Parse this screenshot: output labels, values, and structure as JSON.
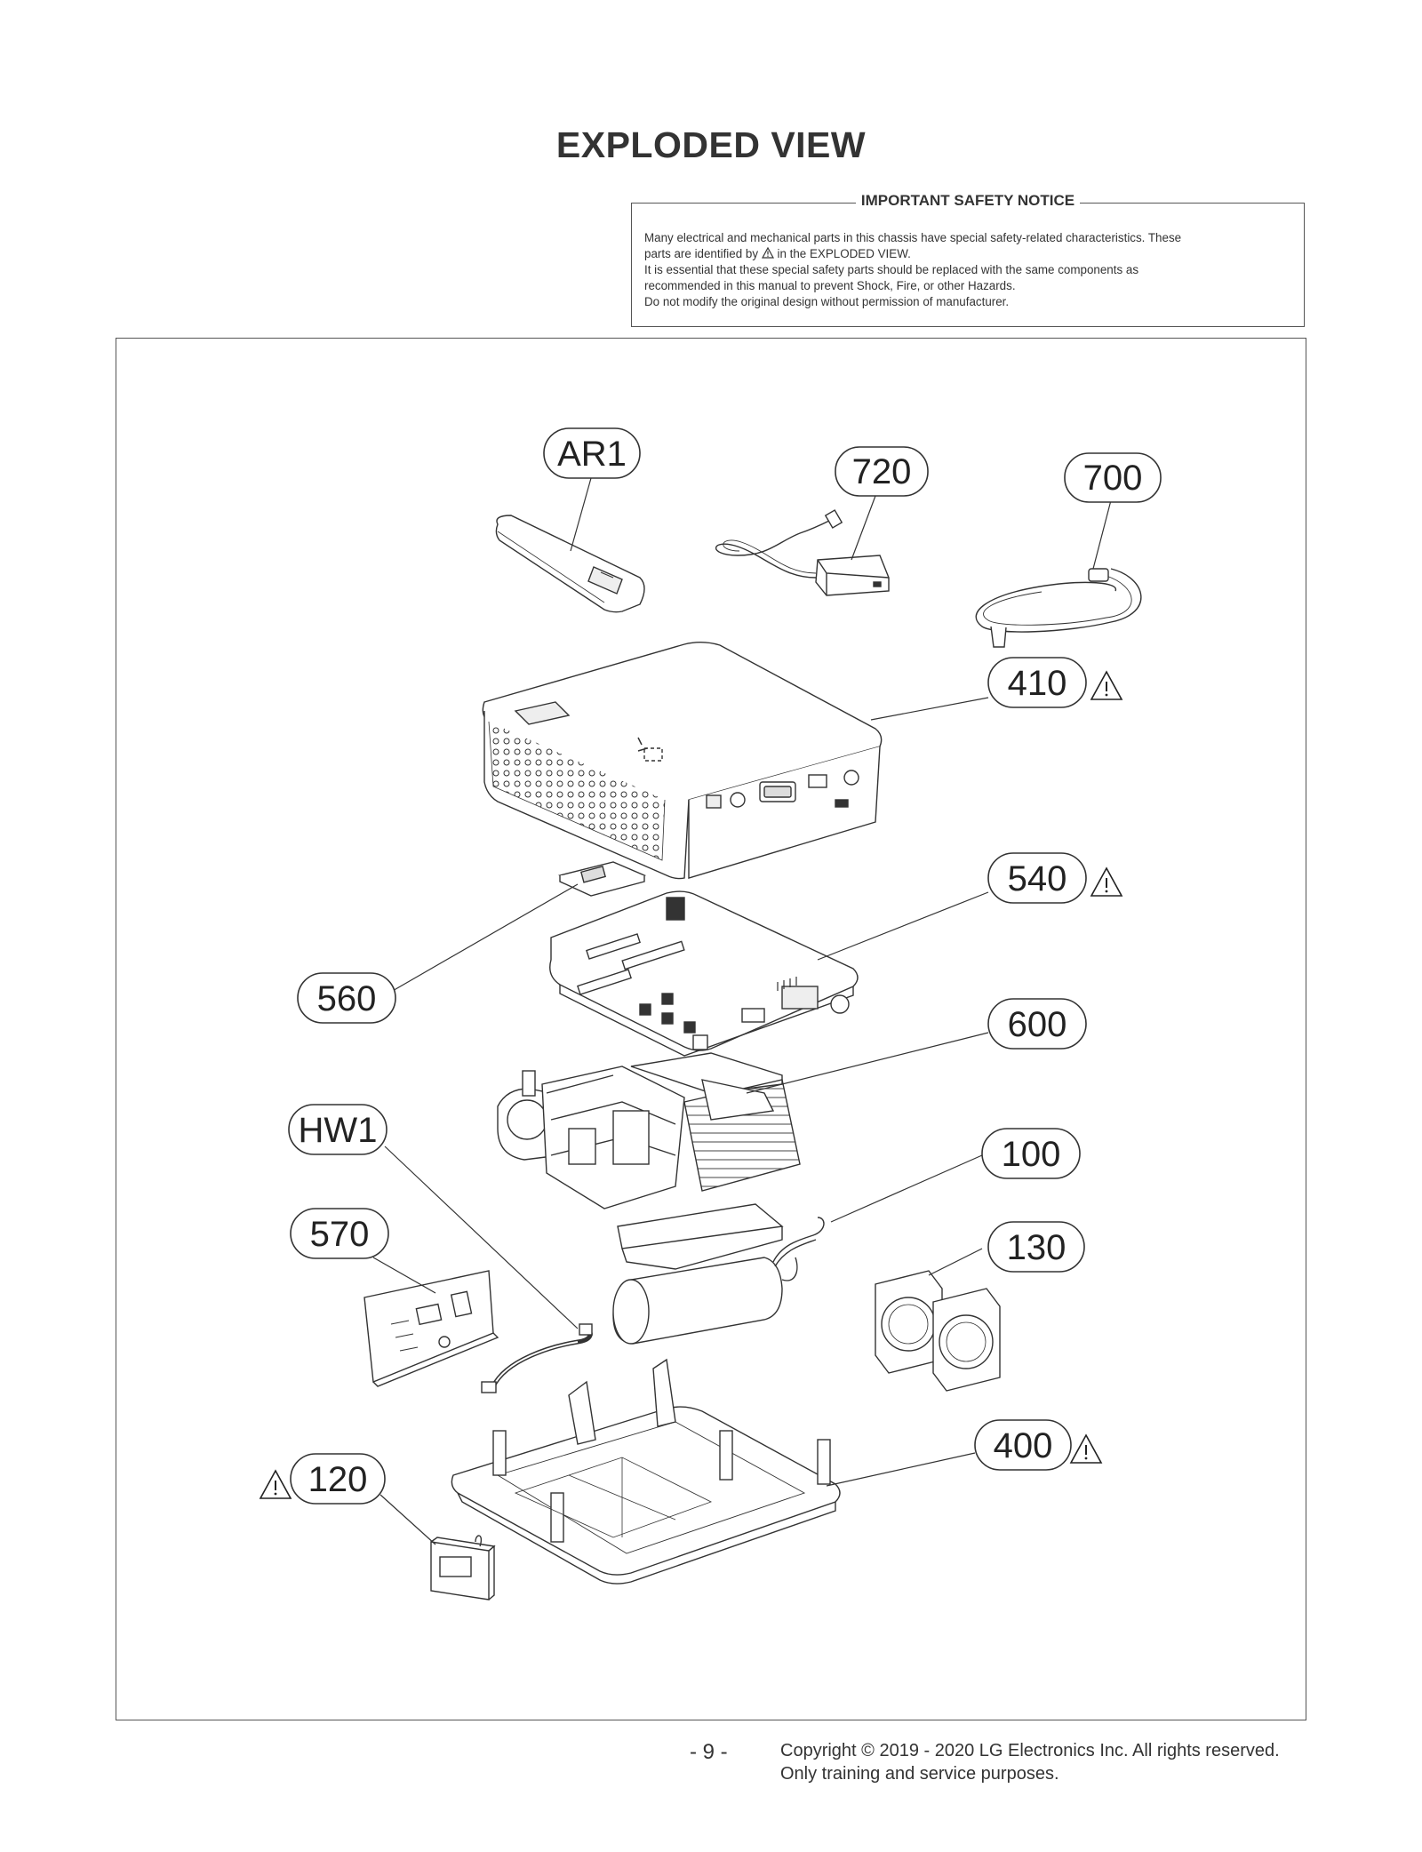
{
  "page": {
    "title": "EXPLODED VIEW",
    "page_number": "- 9 -",
    "copyright_line1": "Copyright © 2019 - 2020 LG Electronics Inc. All rights reserved.",
    "copyright_line2": "Only training and service purposes."
  },
  "notice": {
    "heading": "IMPORTANT SAFETY NOTICE",
    "line1": "Many electrical and mechanical parts in this chassis have special safety-related characteristics. These",
    "line2_a": "parts are identified by",
    "line2_b": "in the EXPLODED VIEW.",
    "line3": "It is essential that these special safety parts should be replaced with the same components as",
    "line4": "recommended in this manual to prevent Shock, Fire, or other Hazards.",
    "line5": "Do not modify the original design without permission of manufacturer."
  },
  "callouts": {
    "ar1": "AR1",
    "p720": "720",
    "p700": "700",
    "p410": "410",
    "p540": "540",
    "p560": "560",
    "p600": "600",
    "hw1": "HW1",
    "p100": "100",
    "p570": "570",
    "p130": "130",
    "p400": "400",
    "p120": "120"
  },
  "safety_marked_parts": [
    "410",
    "540",
    "400",
    "120"
  ],
  "icons": {
    "safety": "warning-triangle-icon"
  }
}
